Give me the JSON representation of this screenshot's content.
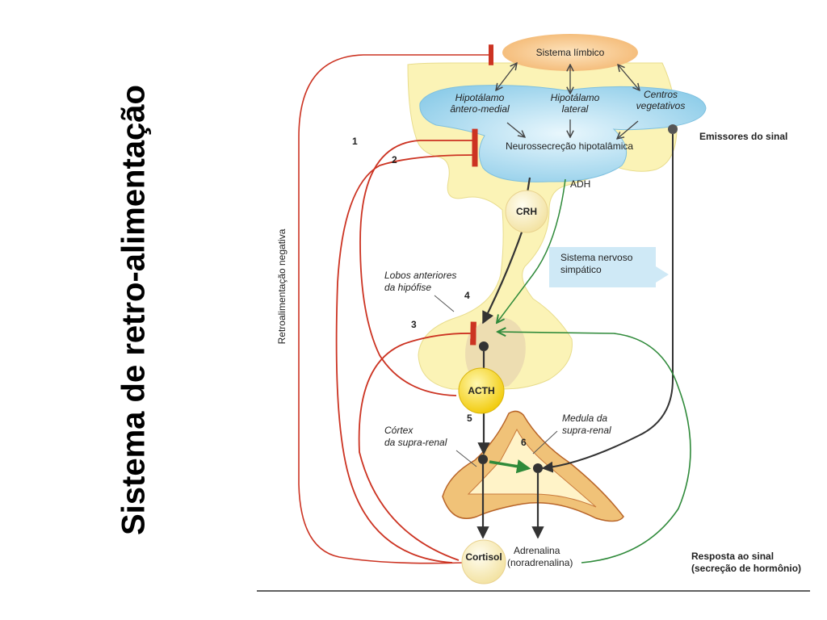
{
  "slide": {
    "title": "Sistema de retro-alimentação"
  },
  "diagram": {
    "side_label": "Retroalimentação negativa",
    "limbic": "Sistema límbico",
    "hypo_antero": [
      "Hipotálamo",
      "ântero-medial"
    ],
    "hypo_lateral": [
      "Hipotálamo",
      "lateral"
    ],
    "centros": [
      "Centros",
      "vegetativos"
    ],
    "neurosecrecao": "Neurossecreção hipotalâmica",
    "emissores": "Emissores do sinal",
    "adh": "ADH",
    "crh": "CRH",
    "nervoso": [
      "Sistema nervoso",
      "simpático"
    ],
    "lobos": [
      "Lobos anteriores",
      "da hipófise"
    ],
    "acth": "ACTH",
    "cortex": [
      "Córtex",
      "da supra-renal"
    ],
    "medula": [
      "Medula da",
      "supra-renal"
    ],
    "cortisol": "Cortisol",
    "adrenalina": [
      "Adrenalina",
      "(noradrenalina)"
    ],
    "resposta": [
      "Resposta ao sinal",
      "(secreção de hormônio)"
    ],
    "numbers": [
      "1",
      "2",
      "3",
      "4",
      "5",
      "6"
    ]
  },
  "colors": {
    "feedback_red": "#cc3322",
    "green_arrow": "#2f8a3a",
    "dark_arrow": "#333333",
    "blue_region": "#9fd4ec",
    "yellow_region": "#fbf3b6",
    "limbic_orange": "#f6c98a",
    "gland_orange": "#e48a3c"
  }
}
